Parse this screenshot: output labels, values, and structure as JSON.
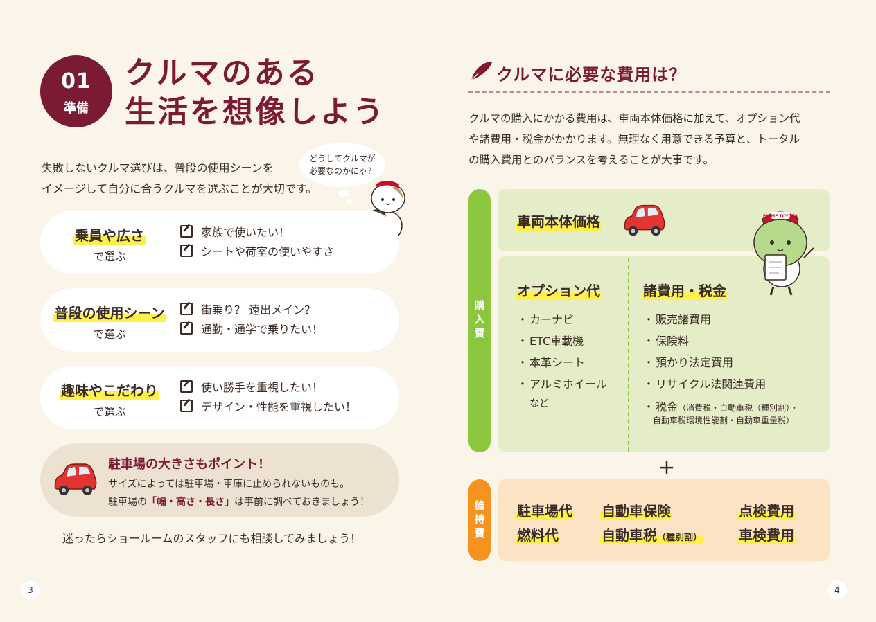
{
  "left": {
    "badge": {
      "number": "01",
      "label": "準備"
    },
    "title": {
      "line1": "クルマのある",
      "line2": "生活を想像しよう"
    },
    "intro": {
      "line1": "失敗しないクルマ選びは、普段の使用シーンを",
      "line2": "イメージして自分に合うクルマを選ぶことが大切です。"
    },
    "speech": {
      "line1": "どうしてクルマが",
      "line2": "必要なのかにゃ？"
    },
    "cards": [
      {
        "name": "乗員や広さ",
        "sub": "で選ぶ",
        "items": [
          "家族で使いたい！",
          "シートや荷室の使いやすさ"
        ]
      },
      {
        "name": "普段の使用シーン",
        "sub": "で選ぶ",
        "items": [
          "街乗り？ 遠出メイン？",
          "通勤・通学で乗りたい！"
        ]
      },
      {
        "name": "趣味やこだわり",
        "sub": "で選ぶ",
        "items": [
          "使い勝手を重視したい！",
          "デザイン・性能を重視したい！"
        ]
      }
    ],
    "point": {
      "title": "駐車場の大きさもポイント！",
      "line1": "サイズによっては駐車場・車庫に止められないものも。",
      "line2_pre": "駐車場の",
      "line2_hl": "「幅・高さ・長さ」",
      "line2_post": "は事前に調べておきましょう！"
    },
    "consult": "迷ったらショールームのスタッフにも相談してみましょう！",
    "page_number": "3"
  },
  "right": {
    "heading": "クルマに必要な費用は？",
    "text": {
      "line1": "クルマの購入にかかる費用は、車両本体価格に加えて、オプション代",
      "line2": "や諸費用・税金がかかります。無理なく用意できる予算と、トータル",
      "line3": "の購入費用とのバランスを考えることが大事です。"
    },
    "purchase_tab": [
      "購",
      "入",
      "費"
    ],
    "maintenance_tab": [
      "維",
      "持",
      "費"
    ],
    "main_price": "車両本体価格",
    "options": {
      "title": "オプション代",
      "items": [
        "カーナビ",
        "ETC車載機",
        "本革シート",
        "アルミホイール"
      ],
      "note": "など"
    },
    "fees": {
      "title": "諸費用・税金",
      "items": [
        "販売諸費用",
        "保険料",
        "預かり法定費用",
        "リサイクル法関連費用"
      ],
      "tax_label": "税金",
      "tax_detail1": "（消費税・自動車税（種別割）・",
      "tax_detail2": "自動車税環境性能割・自動車重量税）"
    },
    "plus": "＋",
    "maintenance": {
      "parking": "駐車場代",
      "fuel": "燃料代",
      "insurance": "自動車保険",
      "tax": "自動車税",
      "tax_note": "（種別割）",
      "inspection": "点検費用",
      "shaken": "車検費用"
    },
    "mascot_cap": "EHIME TOYOTA",
    "page_number": "4"
  },
  "colors": {
    "background": "#faf4e9",
    "accent": "#7a1b33",
    "highlight": "#fff14a",
    "green": "#8cc63f",
    "orange": "#f6931e"
  }
}
